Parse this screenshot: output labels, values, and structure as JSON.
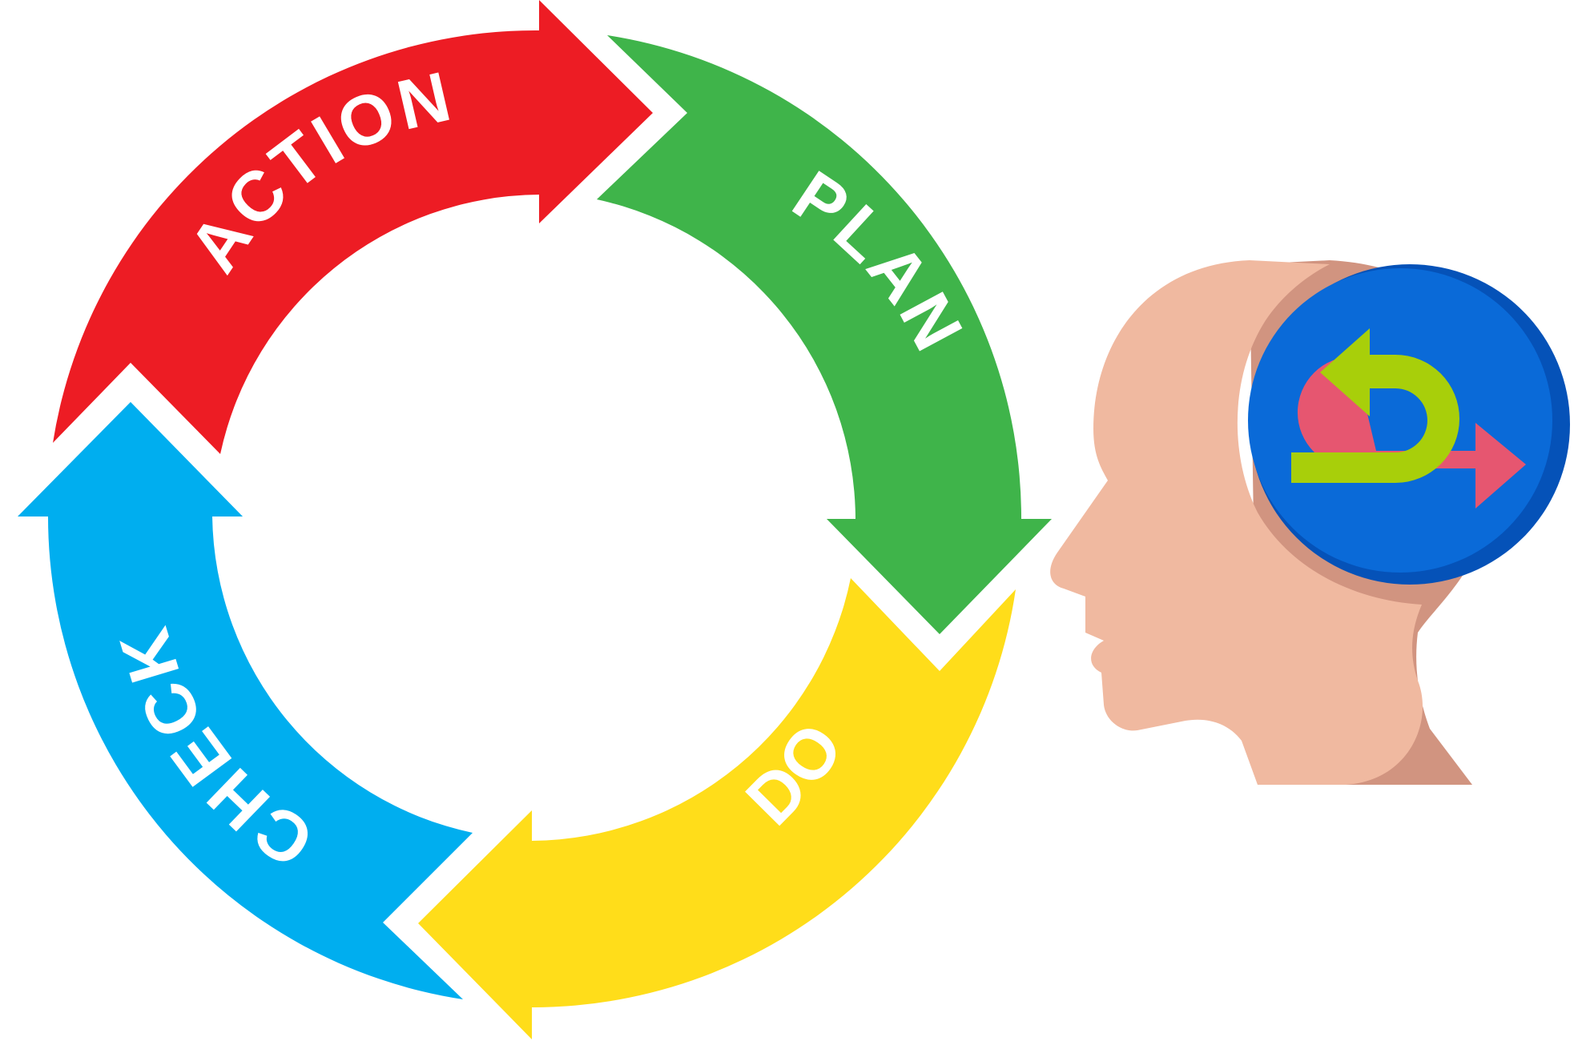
{
  "diagram": {
    "segments": [
      {
        "id": "plan",
        "label": "PLAN",
        "color": "#3FB44A"
      },
      {
        "id": "do",
        "label": "DO",
        "color": "#FFDD1A"
      },
      {
        "id": "check",
        "label": "CHECK",
        "color": "#00AEEF"
      },
      {
        "id": "action",
        "label": "ACTION",
        "color": "#ED1C24"
      }
    ]
  },
  "head_icon": {
    "name": "person-with-iteration-cycle",
    "face_color": "#F0B9A0",
    "shadow_color": "#D19480",
    "circle_color": "#0A6AD8",
    "circle_shadow": "#0552B8",
    "green_arrow": "#A8CF0A",
    "red_arrow": "#F2556A"
  }
}
